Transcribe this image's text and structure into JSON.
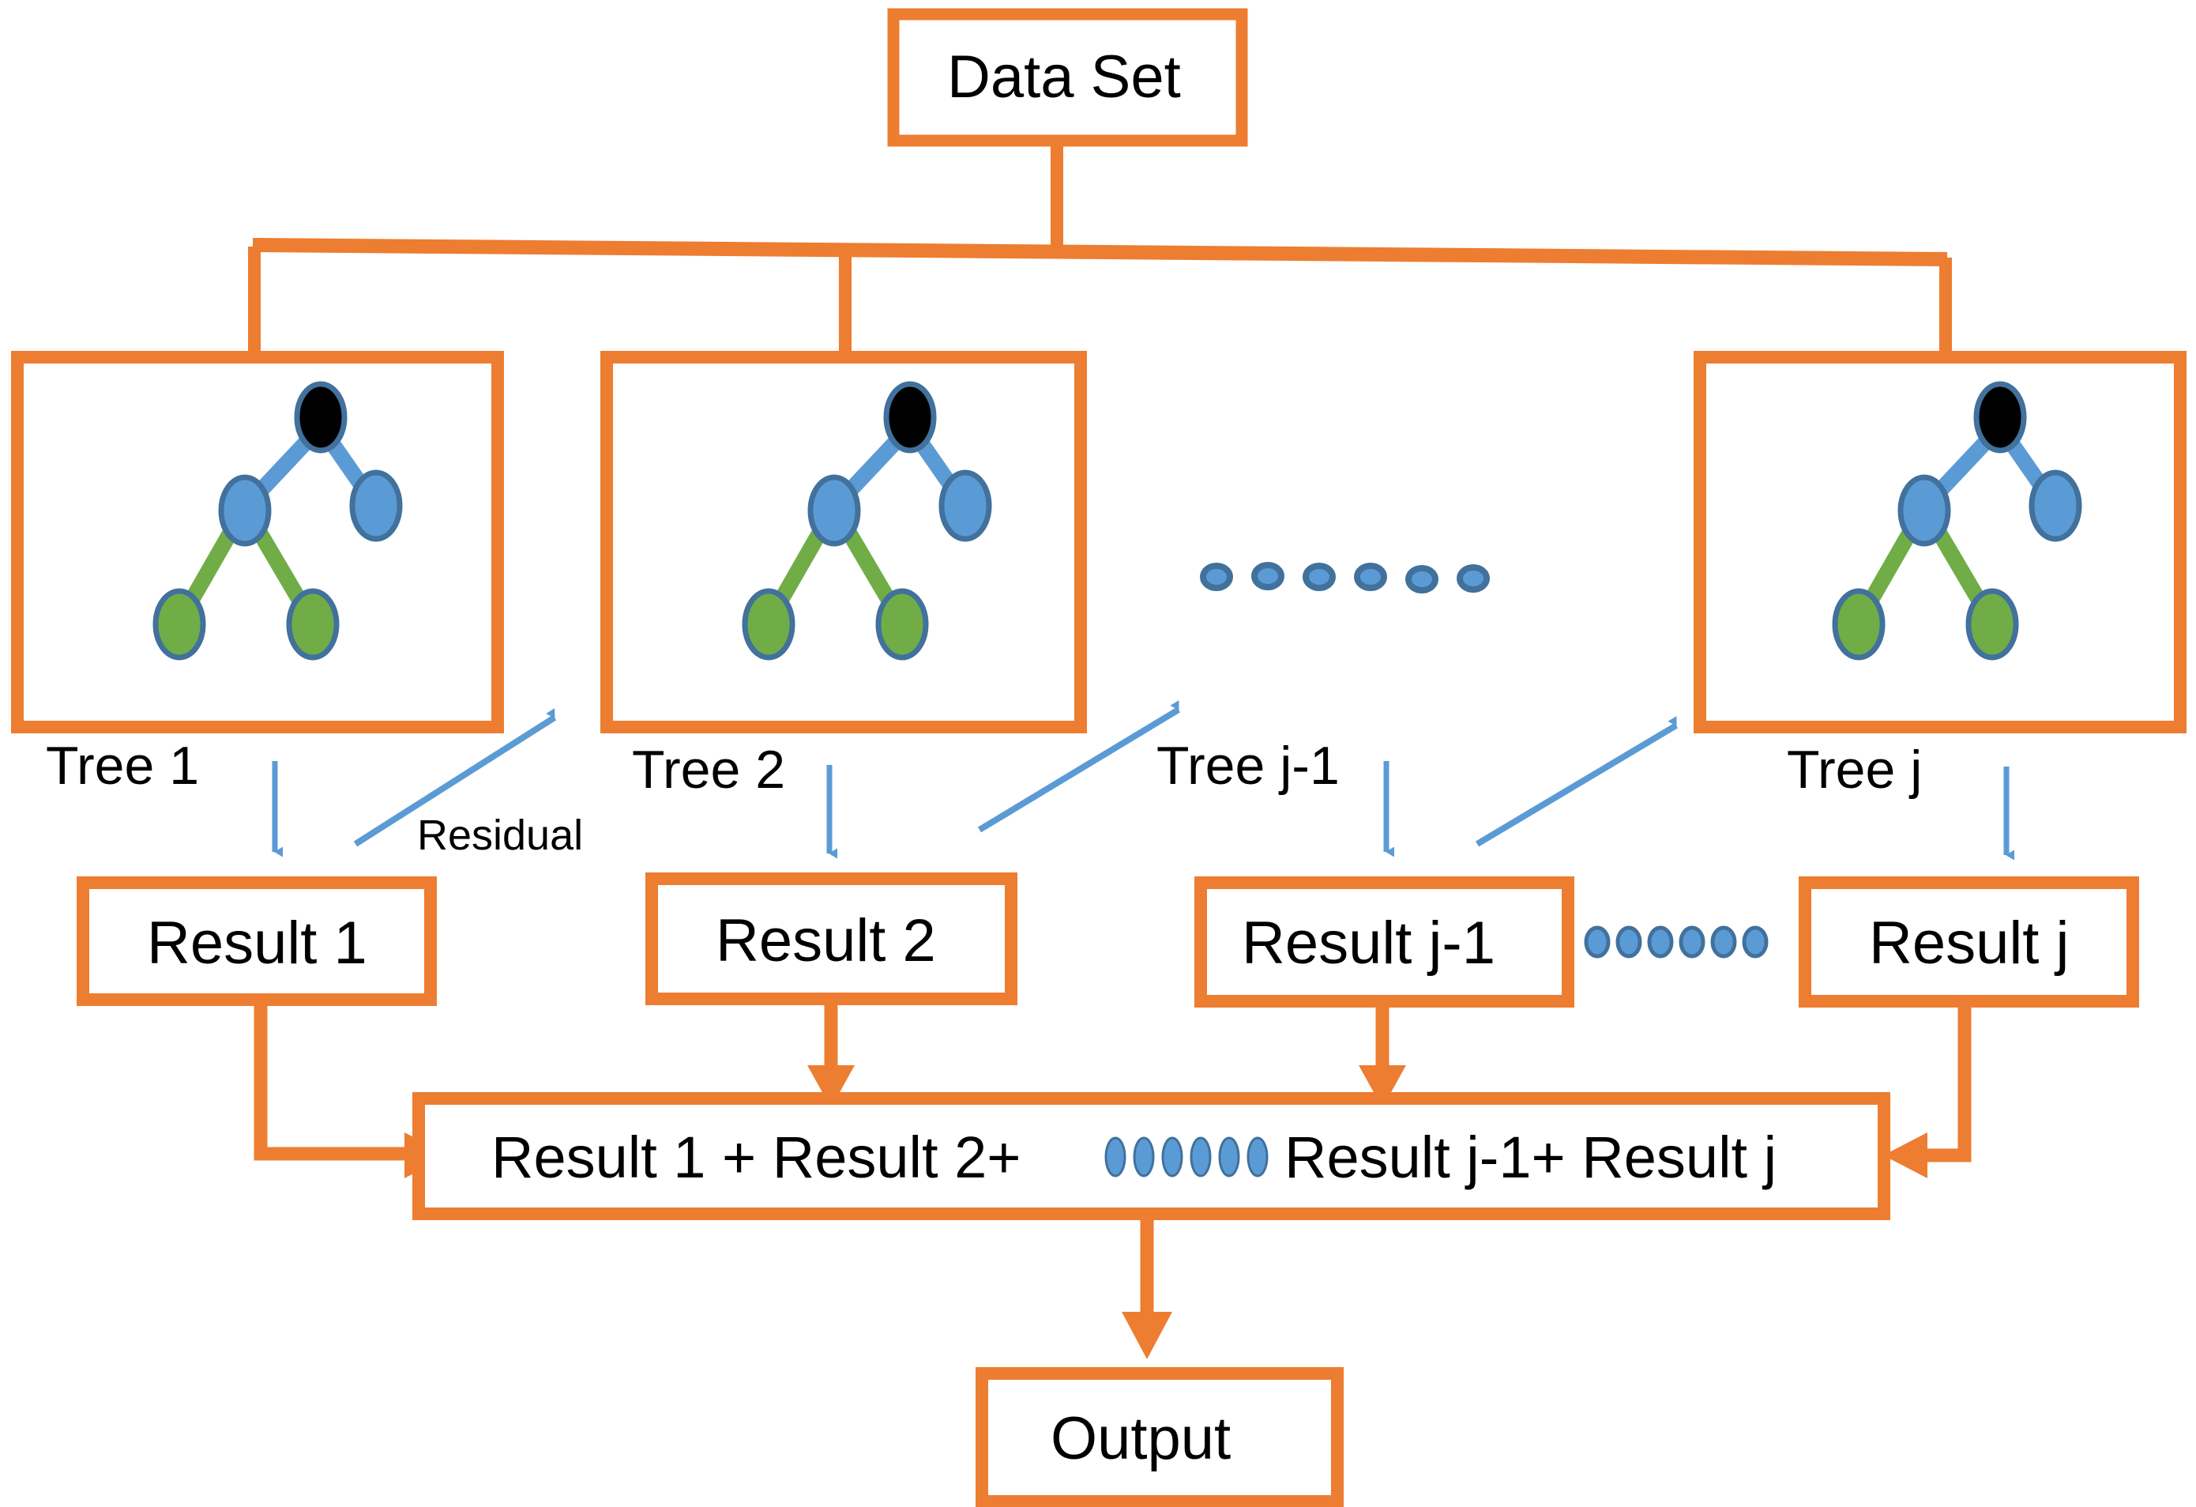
{
  "diagram": {
    "title_node": {
      "label": "Data Set"
    },
    "tree_boxes": [
      {
        "name": "tree-box-1"
      },
      {
        "name": "tree-box-2"
      },
      {
        "name": "tree-box-j"
      }
    ],
    "tree_labels": [
      {
        "label": "Tree 1"
      },
      {
        "label": "Tree 2"
      },
      {
        "label": "Tree j-1"
      },
      {
        "label": "Tree j"
      }
    ],
    "result_boxes": [
      {
        "label": "Result 1"
      },
      {
        "label": "Result 2"
      },
      {
        "label": "Result j-1"
      },
      {
        "label": "Result j"
      }
    ],
    "residual_label": "Residual",
    "sum_box": {
      "part_a": "Result 1 + Result 2+",
      "dots": "••••••",
      "part_b": "Result j-1+  Result j"
    },
    "output_node": {
      "label": "Output"
    },
    "ellipsis_between_trees": {
      "count": 6
    },
    "ellipsis_between_results": {
      "count": 6
    }
  },
  "colors": {
    "orange": "#ED7D31",
    "node_blue": "#5B9BD5",
    "node_blue_outline": "#41719C",
    "node_green": "#70AD47",
    "node_black": "#000000",
    "arrow_blue": "#5B9BD5",
    "text_black": "#000000",
    "background": "#FFFFFF"
  }
}
